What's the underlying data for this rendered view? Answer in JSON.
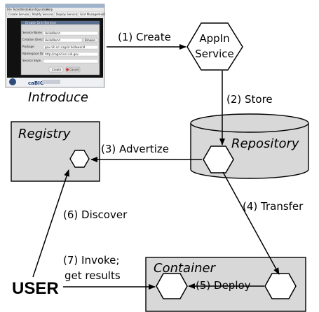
{
  "nodes": {
    "service_hexagon": {
      "line1": "AppIn",
      "line2": "Service"
    },
    "introduce_caption": "Introduce",
    "registry": "Registry",
    "repository": "Repository",
    "container": "Container",
    "user": "USER"
  },
  "edges": {
    "create": "(1) Create",
    "store": "(2) Store",
    "advertize": "(3) Advertize",
    "transfer": "(4) Transfer",
    "deploy": "(5) Deploy",
    "discover": "(6) Discover",
    "invoke_line1": "(7) Invoke;",
    "invoke_line2": "get results"
  },
  "colors": {
    "box_fill": "#d8d8d8",
    "hexagon_fill": "#ffffff",
    "stroke": "#000000",
    "screenshot_dark": "#111111"
  },
  "introduce_screenshot": {
    "menu_items": [
      "File",
      "Tools",
      "Window",
      "Configuration",
      "Help"
    ],
    "toolbar_items": [
      "Create Service",
      "Modify Service",
      "Deploy Service",
      "Grid Management"
    ],
    "dialog_title": "Create Grid Service",
    "field_labels": [
      "Service Name",
      "Creation Directory",
      "Package",
      "Namespace Domain",
      "Service Style"
    ],
    "field_values": [
      "HelloWorld",
      "HelloWorld",
      "gov.nih.nci.cagrid.helloworld",
      "http://cagrid.nci.nih.gov",
      ""
    ],
    "browse_button": "Browse",
    "create_button": "Create",
    "cancel_button": "Cancel",
    "brand": "caBIG"
  }
}
